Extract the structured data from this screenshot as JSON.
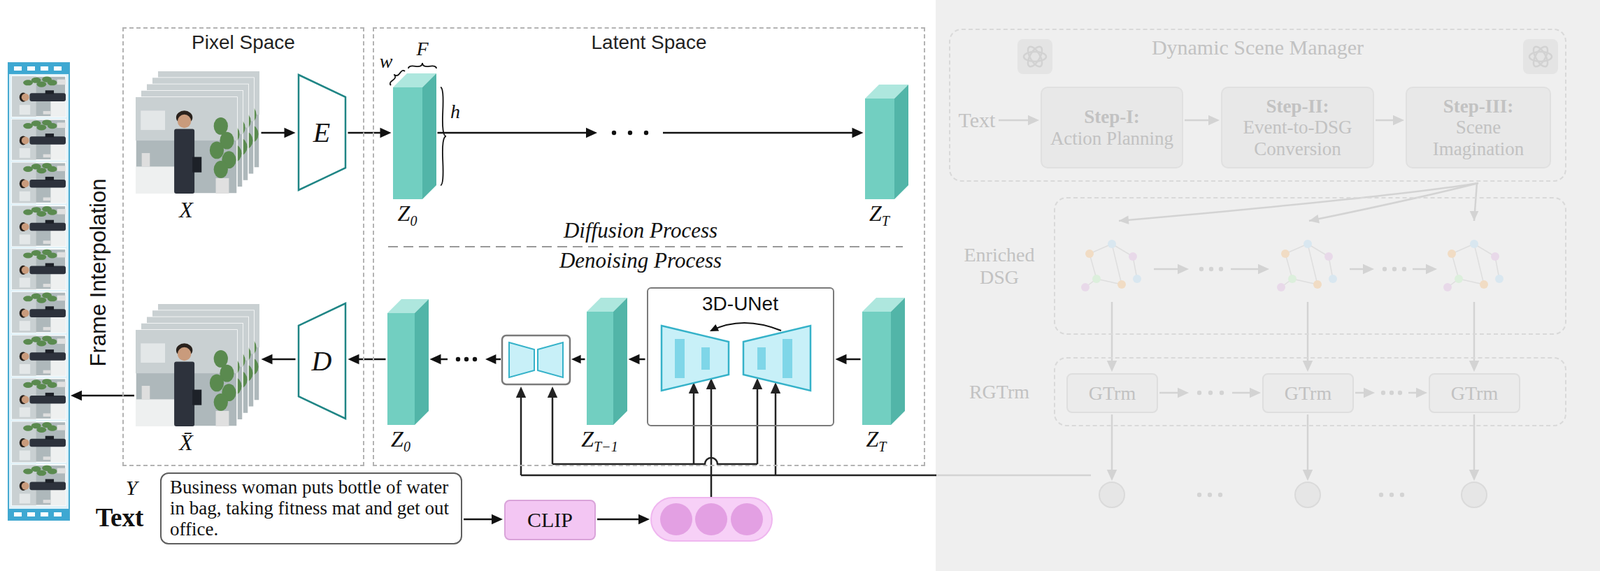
{
  "diagram": {
    "nodes": [
      {
        "text": [
          "Pixel Space"
        ]
      },
      {
        "text": [
          "X"
        ],
        "in": 0
      },
      {
        "text": [
          "E"
        ],
        "in": 0
      },
      {
        "text": [
          "X̄"
        ],
        "in": 0
      },
      {
        "text": [
          "D"
        ],
        "in": 0
      },
      {
        "text": [
          "Latent Space"
        ]
      },
      {
        "text": [
          "Z",
          "0"
        ],
        "in": 5
      },
      {
        "text": [
          "Z",
          "T"
        ],
        "in": 5
      },
      {
        "text": [
          "Z",
          "T"
        ],
        "in": 5
      },
      {
        "text": [
          "3D-UNet"
        ],
        "in": 5
      },
      {
        "text": [
          "Z",
          "T−1"
        ],
        "in": 5
      },
      {
        "text": [
          "Z",
          "0"
        ],
        "in": 5
      },
      {
        "text": [
          "Business woman puts bottle of water in bag, taking fitness mat and get out office."
        ]
      },
      {
        "text": [
          "CLIP"
        ]
      },
      {
        "text": [
          "Dynamic Scene Manager"
        ]
      },
      {
        "text": [
          "Step-I:",
          "Action Planning"
        ],
        "in": 14
      },
      {
        "text": [
          "Step-II:",
          "Event-to-DSG Conversion"
        ],
        "in": 14
      },
      {
        "text": [
          "Step-III:",
          "Scene Imagination"
        ],
        "in": 14
      },
      {
        "text": [
          "Enriched DSG"
        ]
      },
      {
        "text": [
          "RGTrm"
        ]
      },
      {
        "text": [
          "GTrm"
        ],
        "in": 19
      },
      {
        "text": [
          "GTrm"
        ],
        "in": 19
      },
      {
        "text": [
          "GTrm"
        ],
        "in": 19
      }
    ],
    "edges": [
      {
        "from": 1,
        "to": 2,
        "arrow": "to"
      },
      {
        "from": 2,
        "to": 6,
        "arrow": "to"
      },
      {
        "from": 6,
        "to": 7,
        "arrow": "to"
      },
      {
        "from": 8,
        "to": 9,
        "arrow": "to"
      },
      {
        "from": 9,
        "to": 10,
        "arrow": "to"
      },
      {
        "from": 10,
        "to": 11,
        "arrow": "to"
      },
      {
        "from": 11,
        "to": 4,
        "arrow": "to"
      },
      {
        "from": 4,
        "to": 3,
        "arrow": "to"
      },
      {
        "from": 12,
        "to": 13,
        "arrow": "to"
      },
      {
        "from": 15,
        "to": 16,
        "arrow": "to"
      },
      {
        "from": 16,
        "to": 17,
        "arrow": "to"
      },
      {
        "from": 20,
        "to": 21,
        "arrow": "to"
      },
      {
        "from": 21,
        "to": 22,
        "arrow": "to"
      }
    ],
    "labels": [
      "w",
      "F",
      "h",
      "Diffusion Process",
      "Denoising Process",
      "Frame Interpolation",
      "Y",
      "Text",
      "Text"
    ]
  }
}
